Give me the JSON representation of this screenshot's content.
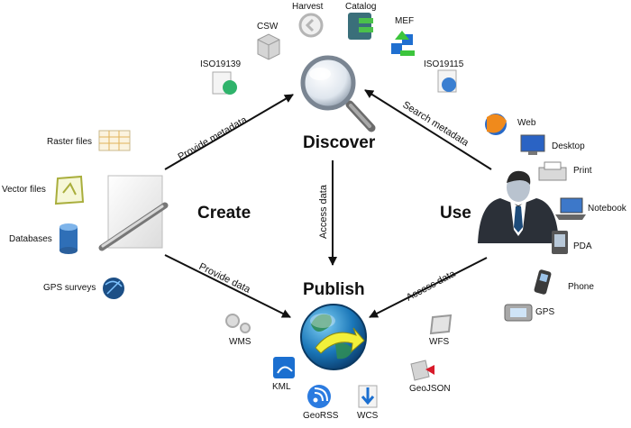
{
  "nodes": {
    "discover": "Discover",
    "create": "Create",
    "use": "Use",
    "publish": "Publish"
  },
  "edges": {
    "provide_metadata": "Provide metadata",
    "search_metadata": "Search metadata",
    "access_data_center": "Access data",
    "provide_data": "Provide data",
    "access_data_right": "Access data"
  },
  "catalog_sources": {
    "csw": "CSW",
    "harvest": "Harvest",
    "catalog": "Catalog",
    "mef": "MEF",
    "iso19139": "ISO19139",
    "iso19115": "ISO19115"
  },
  "data_sources": {
    "raster": "Raster files",
    "vector": "Vector files",
    "databases": "Databases",
    "gps_surveys": "GPS surveys"
  },
  "devices": {
    "web": "Web",
    "desktop": "Desktop",
    "print": "Print",
    "notebook": "Notebook",
    "pda": "PDA",
    "phone": "Phone",
    "gps": "GPS"
  },
  "services": {
    "wms": "WMS",
    "kml": "KML",
    "georss": "GeoRSS",
    "wcs": "WCS",
    "geojson": "GeoJSON",
    "wfs": "WFS"
  }
}
